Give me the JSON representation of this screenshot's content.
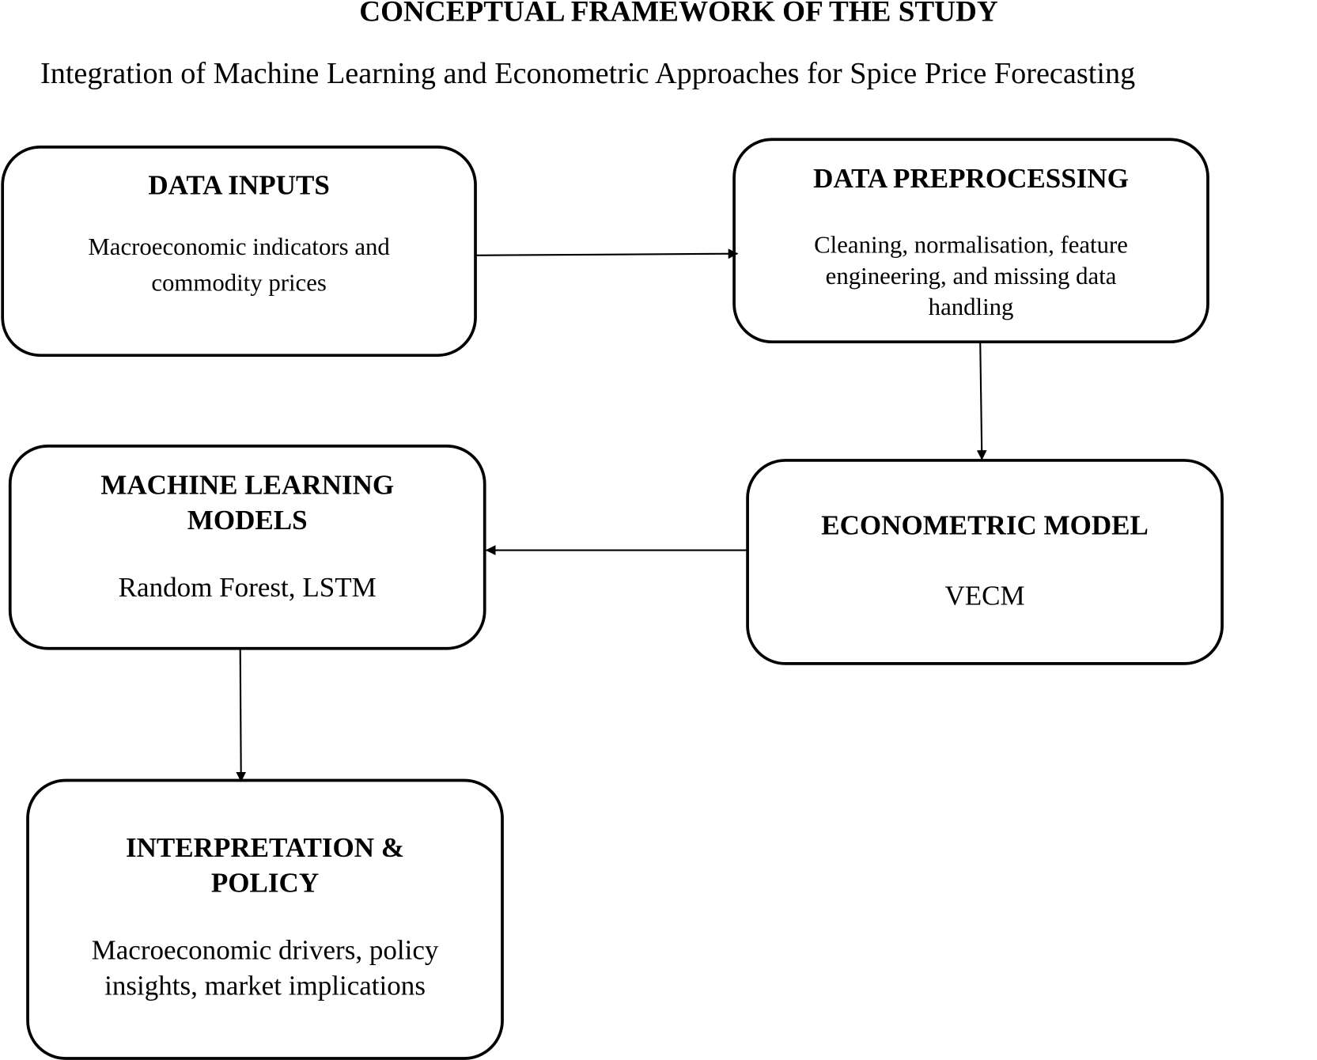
{
  "title": "CONCEPTUAL FRAMEWORK OF THE STUDY",
  "subtitle": "Integration of Machine Learning and Econometric Approaches for Spice Price Forecasting",
  "boxes": {
    "data_inputs": {
      "heading": "DATA INPUTS",
      "lines": [
        "Macroeconomic indicators and",
        "commodity prices"
      ]
    },
    "preprocessing": {
      "heading": "DATA PREPROCESSING",
      "lines": [
        "Cleaning, normalisation, feature",
        "engineering, and missing data",
        "handling"
      ]
    },
    "ml_models": {
      "heading": [
        "MACHINE LEARNING",
        "MODELS"
      ],
      "lines": [
        "Random Forest, LSTM"
      ]
    },
    "econometric": {
      "heading": "ECONOMETRIC MODEL",
      "lines": [
        "VECM"
      ]
    },
    "interpretation": {
      "heading": [
        "INTERPRETATION &",
        "POLICY"
      ],
      "lines": [
        "Macroeconomic drivers, policy",
        "insights, market implications"
      ]
    }
  }
}
